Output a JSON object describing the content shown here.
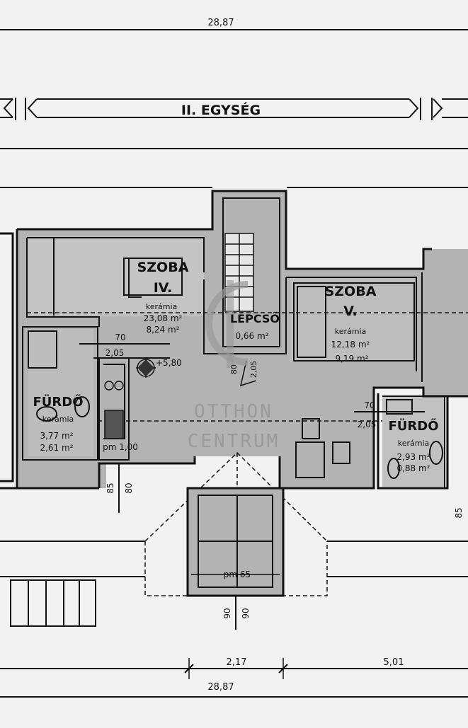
{
  "dimensions": {
    "top_total": "28,87",
    "bottom_total": "28,87",
    "bottom_mid": "2,17",
    "bottom_right": "5,01",
    "left_v1": "85",
    "left_v2": "80",
    "bottom_v1": "90",
    "bottom_v2": "90",
    "right_v": "85"
  },
  "unit_banner": "II. EGYSÉG",
  "rooms": {
    "room4": {
      "name": "SZOBA",
      "number": "IV.",
      "floor": "kerámia",
      "area1": "23,08 m²",
      "area2": "8,24 m²"
    },
    "room5": {
      "name": "SZOBA",
      "number": "V.",
      "floor": "kerámia",
      "area1": "12,18 m²",
      "area2": "9,19 m²"
    },
    "stair": {
      "name": "LÉPCSŐ",
      "area": "0,66 m²",
      "dim1": "80",
      "dim2": "2,05"
    },
    "bath_left": {
      "name": "FÜRDŐ",
      "floor": "kerámia",
      "area1": "3,77 m²",
      "area2": "2,61 m²"
    },
    "bath_right": {
      "name": "FÜRDŐ",
      "floor": "kerámia",
      "area1": "2,93 m²",
      "area2": "0,88 m²"
    }
  },
  "annotations": {
    "door_top_w": "70",
    "door_top_h": "2,05",
    "level": "+5,80",
    "door_right_w": "70",
    "door_right_h": "2,05",
    "parapet_left": "pm 1,00",
    "parapet_bottom": "pm 65"
  },
  "watermark": {
    "line1": "OTTHON",
    "line2": "CENTRUM"
  }
}
